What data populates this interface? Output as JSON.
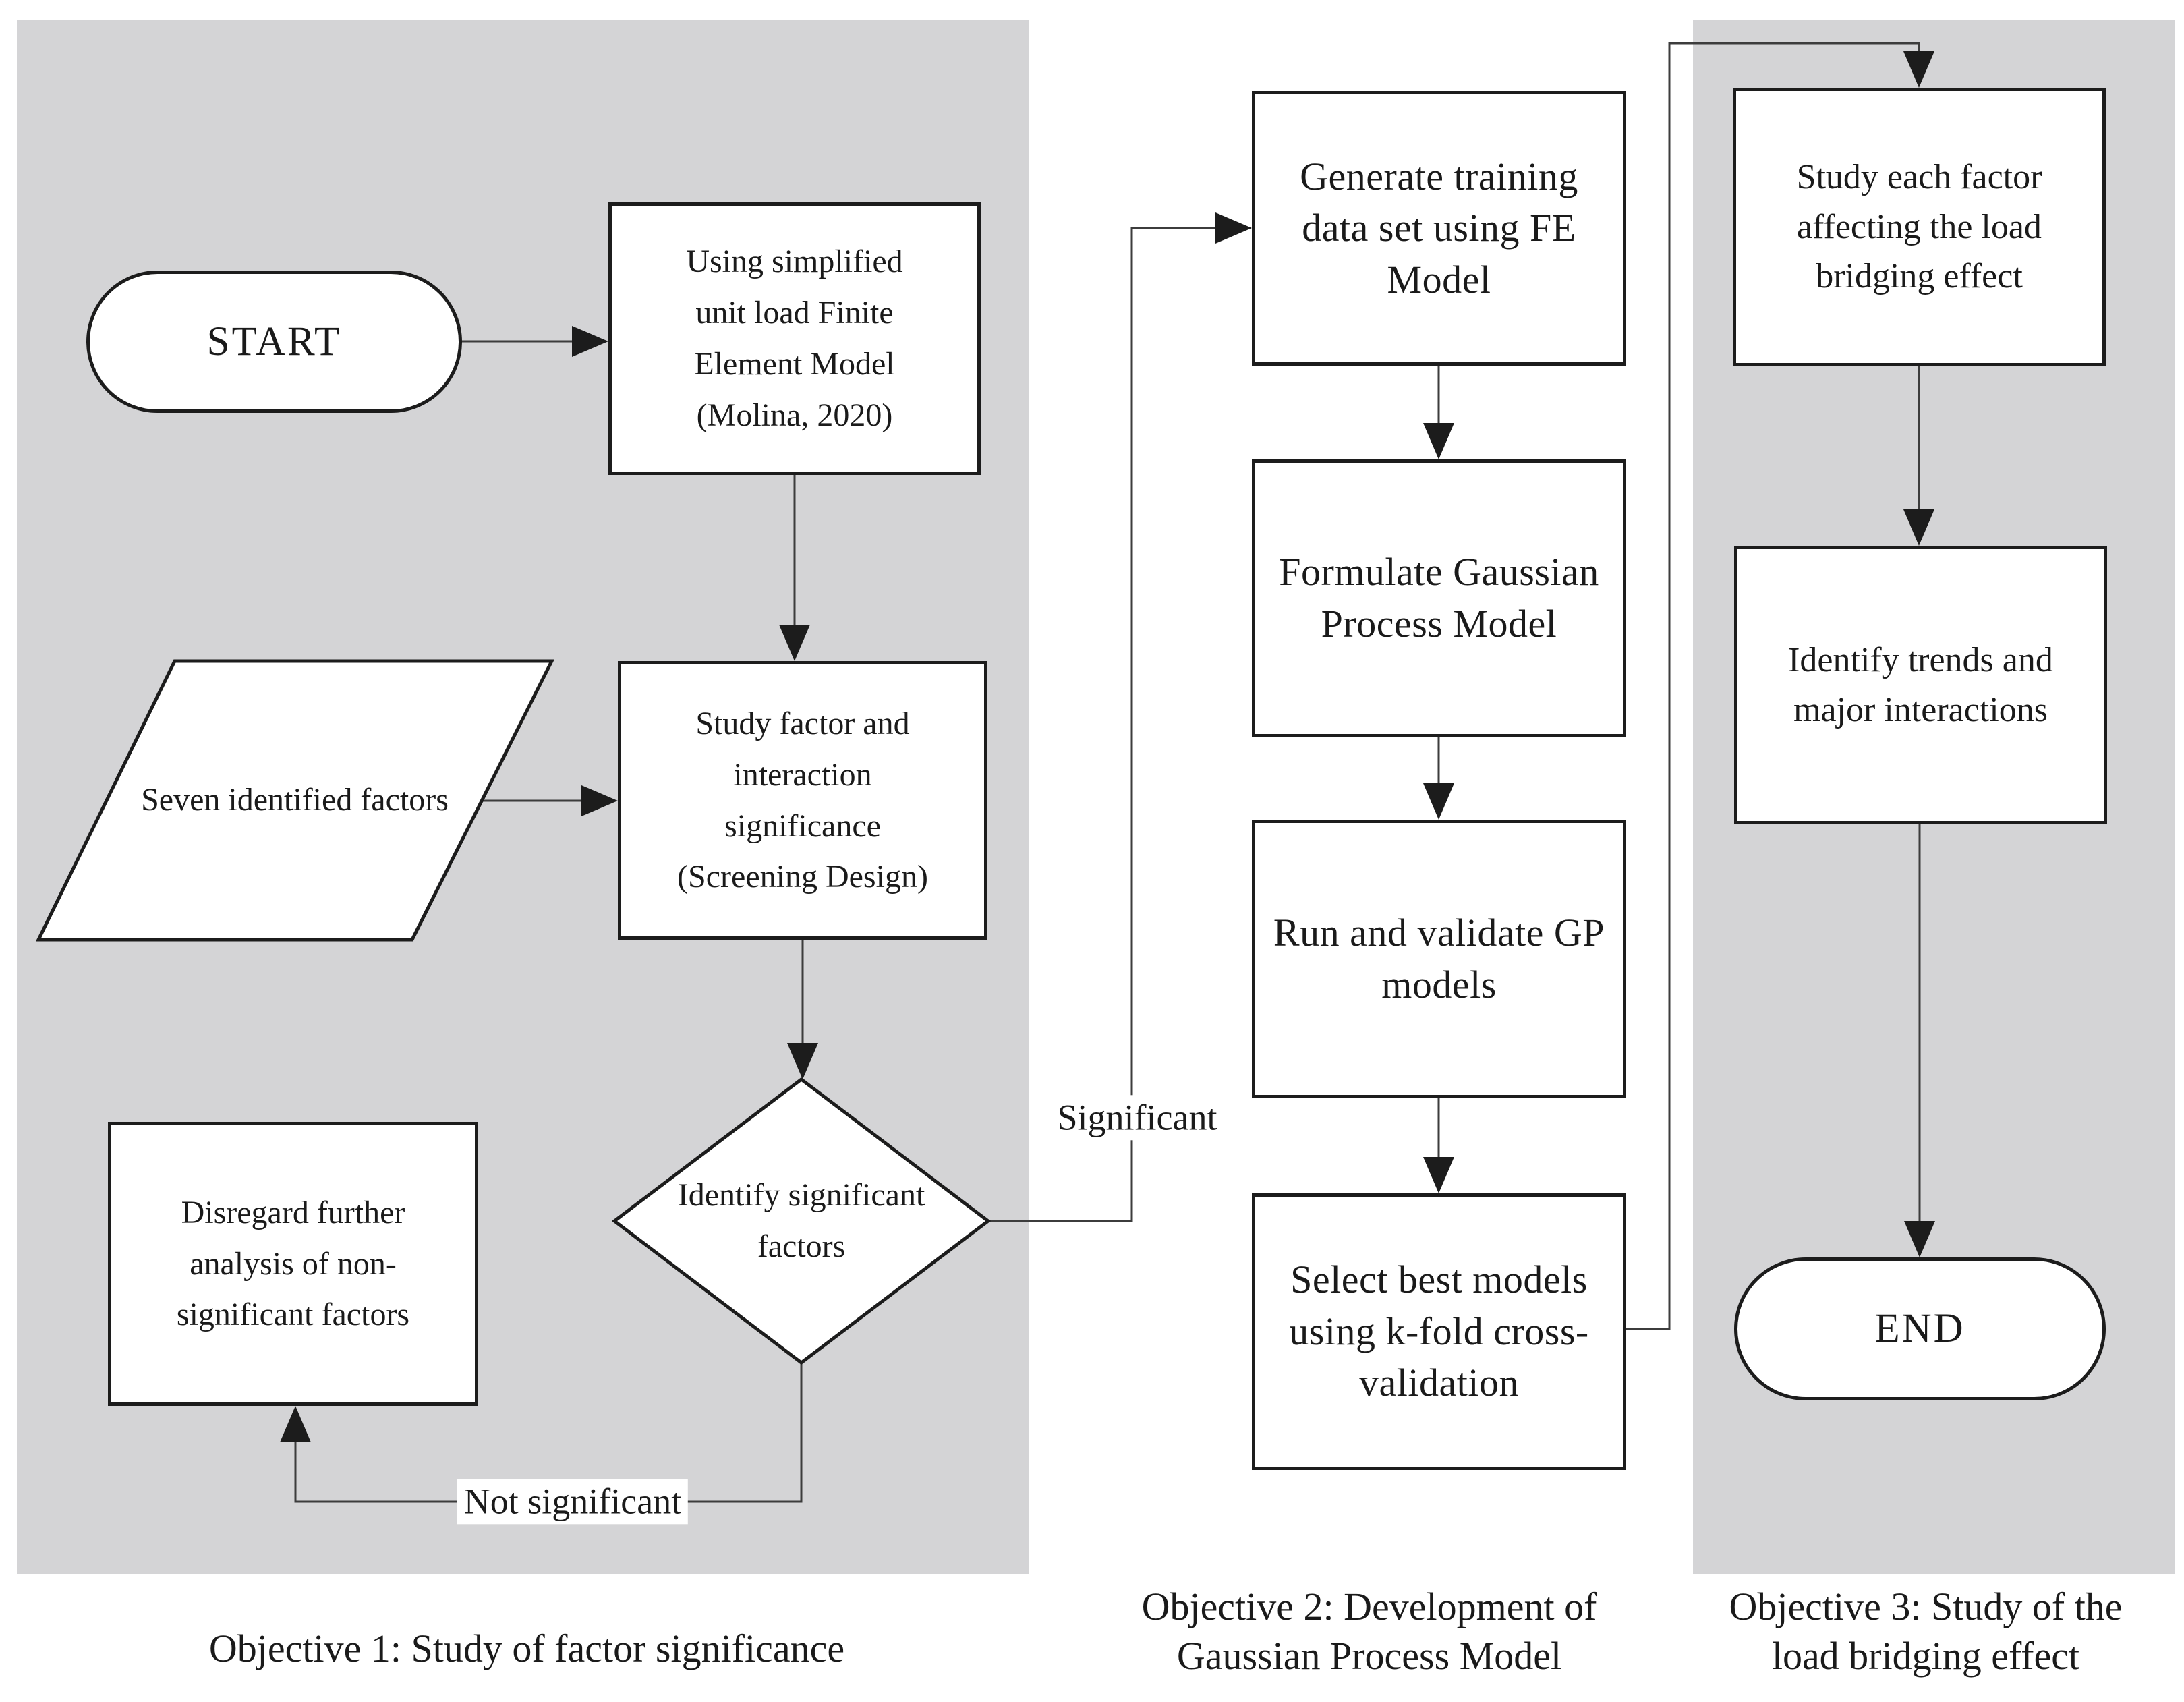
{
  "panels": {
    "objective1": {
      "caption": "Objective 1: Study of factor significance"
    },
    "objective2": {
      "caption": "Objective 2: Development of\nGaussian Process Model"
    },
    "objective3": {
      "caption": "Objective 3: Study of the\nload bridging effect"
    }
  },
  "nodes": {
    "start": {
      "label": "START",
      "shape": "stadium"
    },
    "fe_model": {
      "label": "Using simplified\nunit load Finite\nElement Model\n(Molina, 2020)",
      "shape": "rect"
    },
    "seven_factors": {
      "label": "Seven\nidentified\nfactors",
      "shape": "parallelogram"
    },
    "screening": {
      "label": "Study factor and\ninteraction\nsignificance\n(Screening Design)",
      "shape": "rect"
    },
    "identify_significant": {
      "label": "Identify\nsignificant\nfactors",
      "shape": "diamond"
    },
    "disregard": {
      "label": "Disregard further\nanalysis of non-\nsignificant factors",
      "shape": "rect"
    },
    "generate_training": {
      "label": "Generate training\ndata set using FE\nModel",
      "shape": "rect"
    },
    "formulate_gp": {
      "label": "Formulate Gaussian\nProcess Model",
      "shape": "rect"
    },
    "run_validate": {
      "label": "Run and validate GP\nmodels",
      "shape": "rect"
    },
    "select_best": {
      "label": "Select best models\nusing k-fold cross-\nvalidation",
      "shape": "rect"
    },
    "study_each_factor": {
      "label": "Study each factor\naffecting the load\nbridging effect",
      "shape": "rect"
    },
    "identify_trends": {
      "label": "Identify trends and\nmajor interactions",
      "shape": "rect"
    },
    "end": {
      "label": "END",
      "shape": "stadium"
    }
  },
  "edge_labels": {
    "significant": "Significant",
    "not_significant": "Not significant"
  },
  "colors": {
    "panel_bg": "#d4d4d6",
    "node_bg": "#ffffff",
    "border": "#1c1c1c",
    "line": "#3c3c3c",
    "text": "#1a1a1a"
  }
}
